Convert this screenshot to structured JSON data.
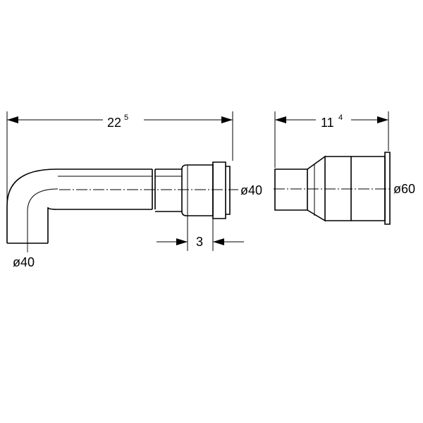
{
  "dimensions": {
    "elbow_length": {
      "main": "22",
      "sup": "5"
    },
    "insert_depth": "3",
    "adapter_length": {
      "main": "11",
      "sup": "4"
    },
    "elbow_bottom_diameter": "ø40",
    "elbow_end_diameter": "ø40",
    "adapter_diameter": "ø60"
  }
}
